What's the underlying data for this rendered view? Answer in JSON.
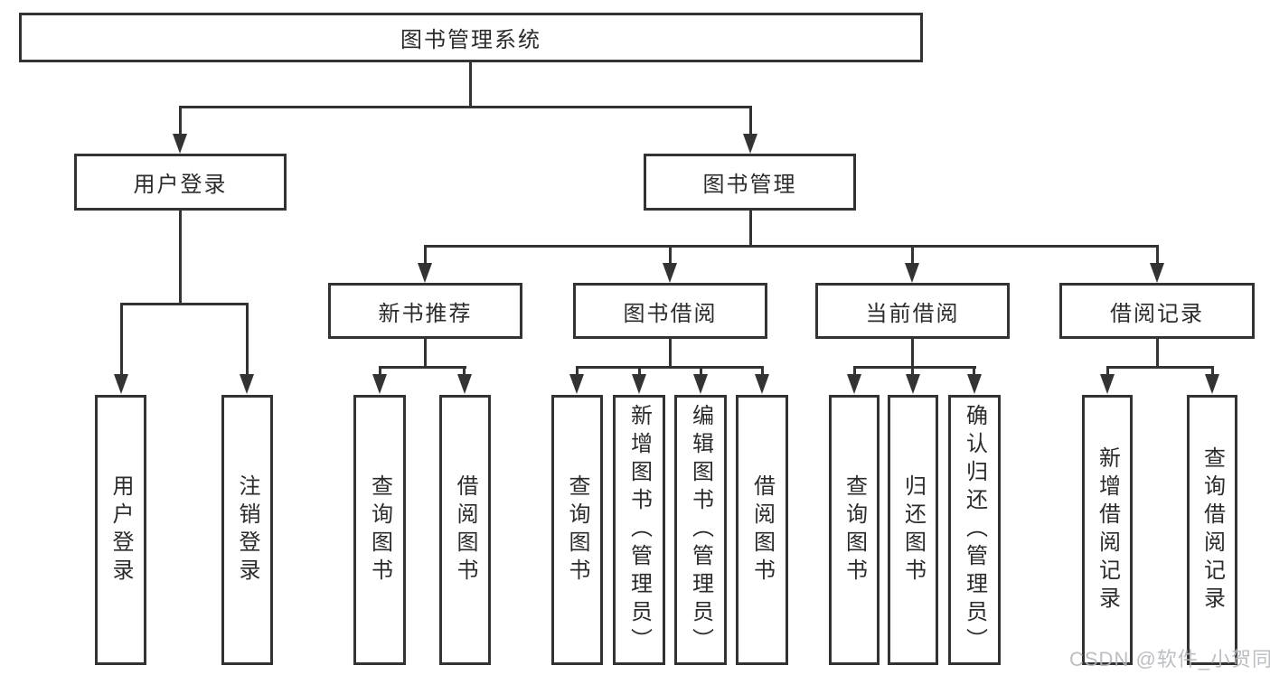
{
  "diagram": {
    "title": "图书管理系统",
    "root": "图书管理系统",
    "level2": [
      "用户登录",
      "图书管理"
    ],
    "level3": [
      "新书推荐",
      "图书借阅",
      "当前借阅",
      "借阅记录"
    ],
    "leaves": [
      "用户登录",
      "注销登录",
      "查询图书",
      "借阅图书",
      "查询图书",
      "新增图书（管理员）",
      "编辑图书（管理员）",
      "借阅图书",
      "查询图书",
      "归还图书",
      "确认归还（管理员）",
      "新增借阅记录",
      "查询借阅记录"
    ]
  },
  "watermark": "CSDN @软件_小贺同学",
  "colors": {
    "line": "#333333",
    "text": "#2b2b2b",
    "background": "#ffffff",
    "watermark": "#b4b8bc"
  }
}
